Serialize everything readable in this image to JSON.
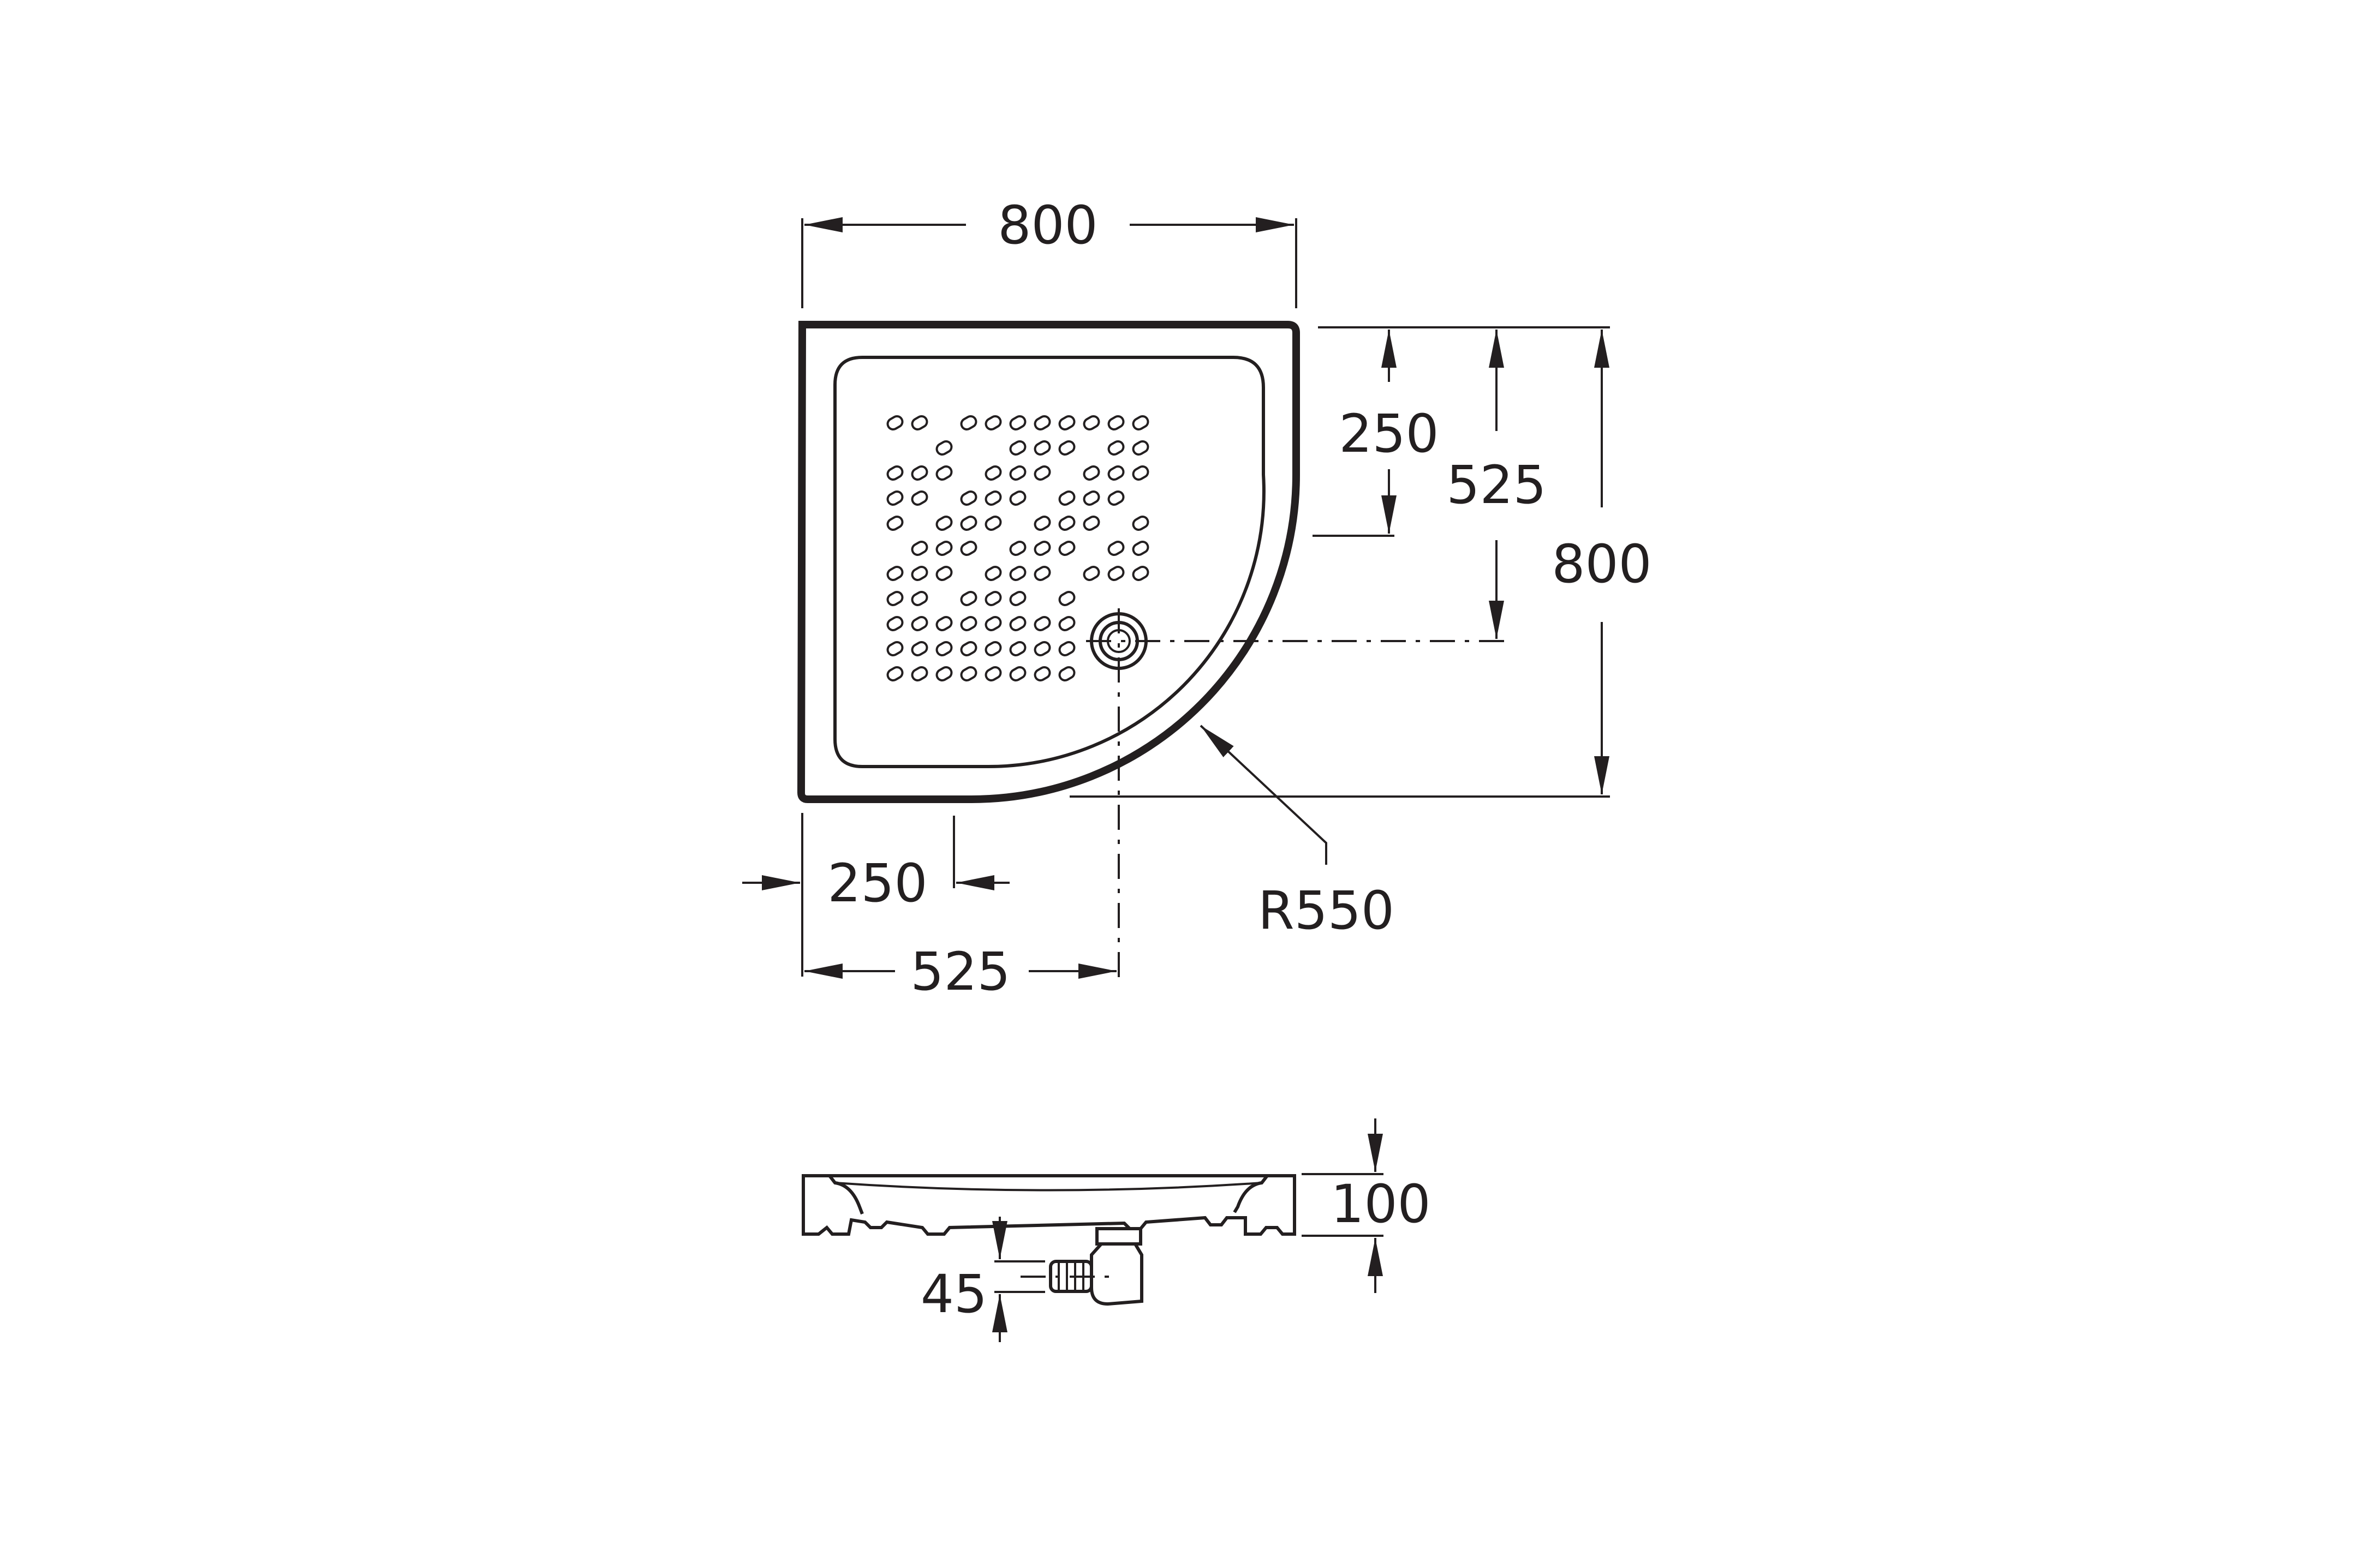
{
  "plan": {
    "width_label": "800",
    "depth_label": "800",
    "waste_offset_short_y": "250",
    "waste_offset_long_y": "525",
    "waste_offset_short_x": "250",
    "waste_offset_long_x": "525",
    "radius_label": "R550"
  },
  "section": {
    "height_label": "100",
    "waste_height_label": "45"
  },
  "colors": {
    "line": "#231f20",
    "background": "#ffffff"
  }
}
